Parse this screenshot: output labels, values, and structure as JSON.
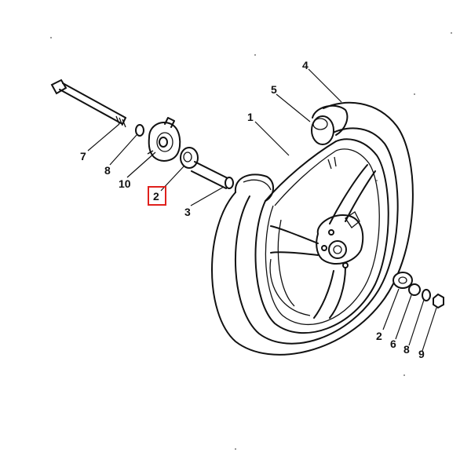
{
  "diagram": {
    "labels": {
      "rim": "1",
      "bearing_left": "2",
      "bearing_right": "2",
      "spacer": "3",
      "tire": "4",
      "valve": "5",
      "collar": "6",
      "washer_left": "8",
      "washer_right": "8",
      "axle": "7",
      "nut": "9",
      "gear_unit": "10"
    },
    "highlight_color": "#e0201c",
    "line_color": "#111111"
  }
}
